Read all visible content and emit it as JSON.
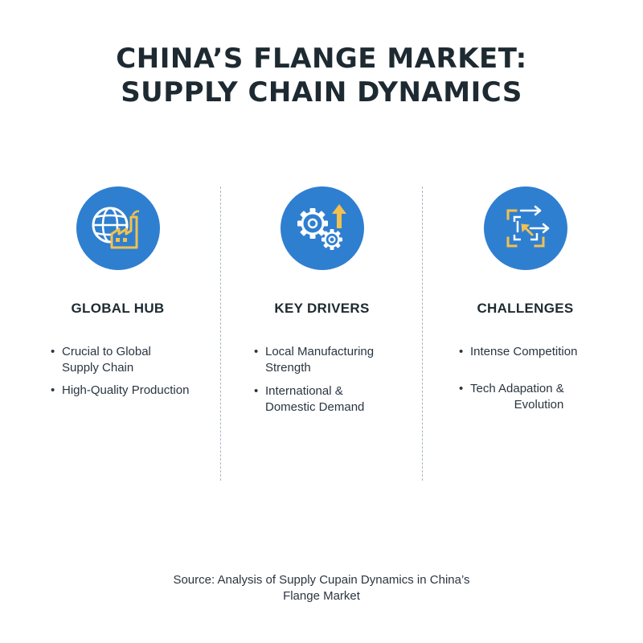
{
  "title": {
    "line1": "CHINA’S FLANGE MARKET:",
    "line2": "SUPPLY CHAIN DYNAMICS"
  },
  "colors": {
    "circle": "#2f7fd0",
    "accent": "#f2c14e",
    "icon_line": "#ffffff",
    "divider": "#a9b7c4",
    "text": "#1e2a31"
  },
  "columns": [
    {
      "icon": "globe-factory-icon",
      "heading": "GLOBAL HUB",
      "bullets": [
        {
          "marker": "•",
          "line1": "Crucial to Global",
          "line2": "Supply Chain"
        },
        {
          "marker": "•",
          "line1": "High-Quality Production",
          "line2": ""
        }
      ]
    },
    {
      "icon": "gears-arrow-icon",
      "heading": "KEY DRIVERS",
      "bullets": [
        {
          "marker": "•",
          "line1": "Local Manufacturing",
          "line2": "Strength"
        },
        {
          "marker": "•",
          "line1": "International &",
          "line2": "Domestic Demand"
        }
      ]
    },
    {
      "icon": "adaptation-arrows-icon",
      "heading": "CHALLENGES",
      "bullets": [
        {
          "marker": "•",
          "line1": "Intense Competition",
          "line2": ""
        },
        {
          "marker": "•",
          "line1": "Tech Adapation &",
          "line2": "Evolution"
        }
      ]
    }
  ],
  "source": {
    "line1": "Source: Analysis of Supply Cupain Dynamics in China’s",
    "line2": "Flange Market"
  }
}
